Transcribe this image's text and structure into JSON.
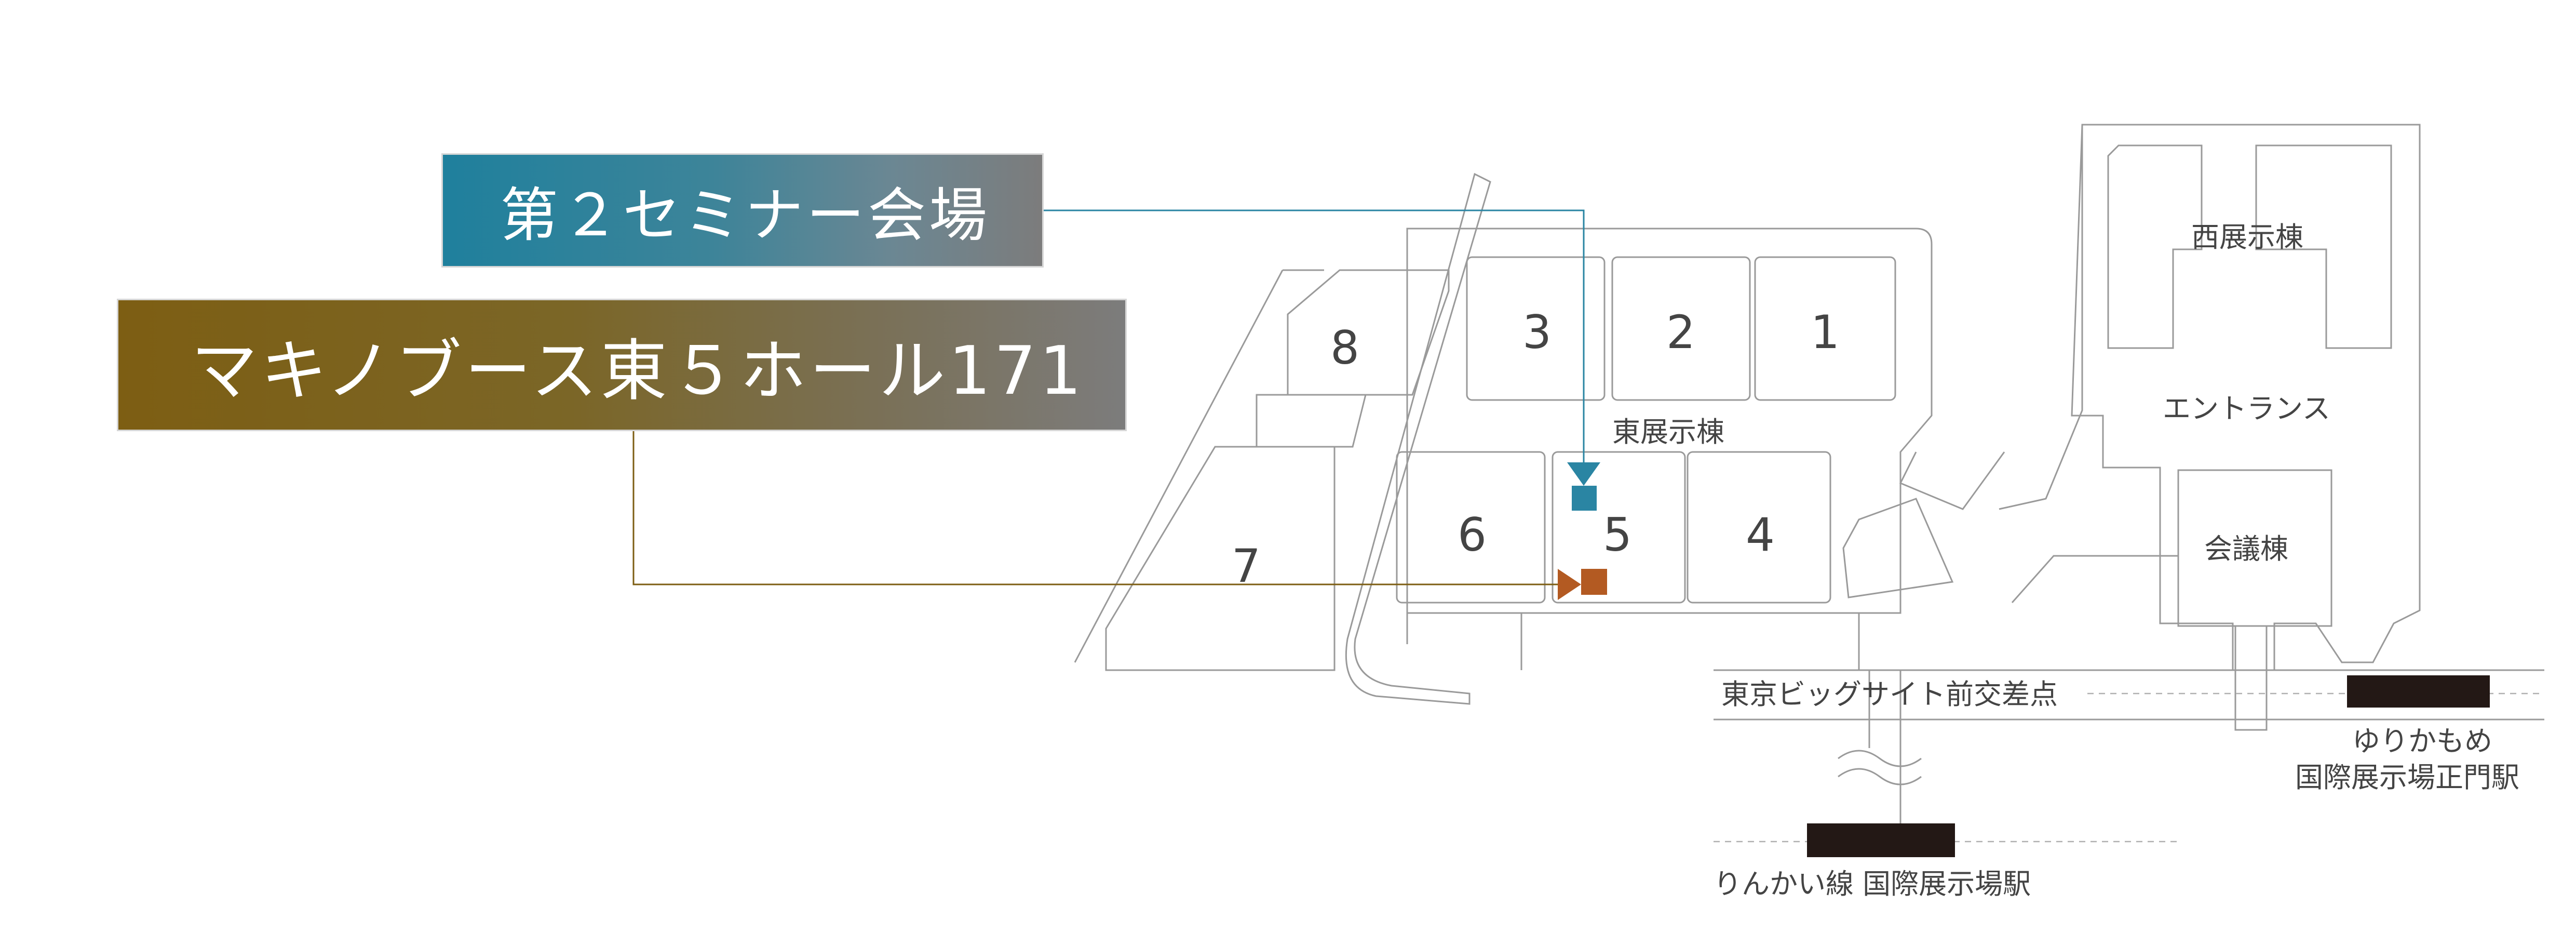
{
  "banners": {
    "seminar": "第２セミナー会場",
    "booth": "マキノブース東５ホール171"
  },
  "halls": {
    "h1": "1",
    "h2": "2",
    "h3": "3",
    "h4": "4",
    "h5": "5",
    "h6": "6",
    "h7": "7",
    "h8": "8"
  },
  "labels": {
    "east_hall": "東展示棟",
    "west_hall": "西展示棟",
    "entrance": "エントランス",
    "conference": "会議棟",
    "intersection": "東京ビッグサイト前交差点",
    "yurikamome_line1": "ゆりかもめ",
    "yurikamome_line2": "国際展示場正門駅",
    "rinkai": "りんかい線 国際展示場駅"
  },
  "colors": {
    "seminar_marker": "#2a85a3",
    "booth_marker": "#b35a22",
    "station_bar": "#231815"
  },
  "icons": {
    "seminar_marker": "triangle-down-and-square",
    "booth_marker": "triangle-right-and-square",
    "wave": "wavy-break"
  }
}
